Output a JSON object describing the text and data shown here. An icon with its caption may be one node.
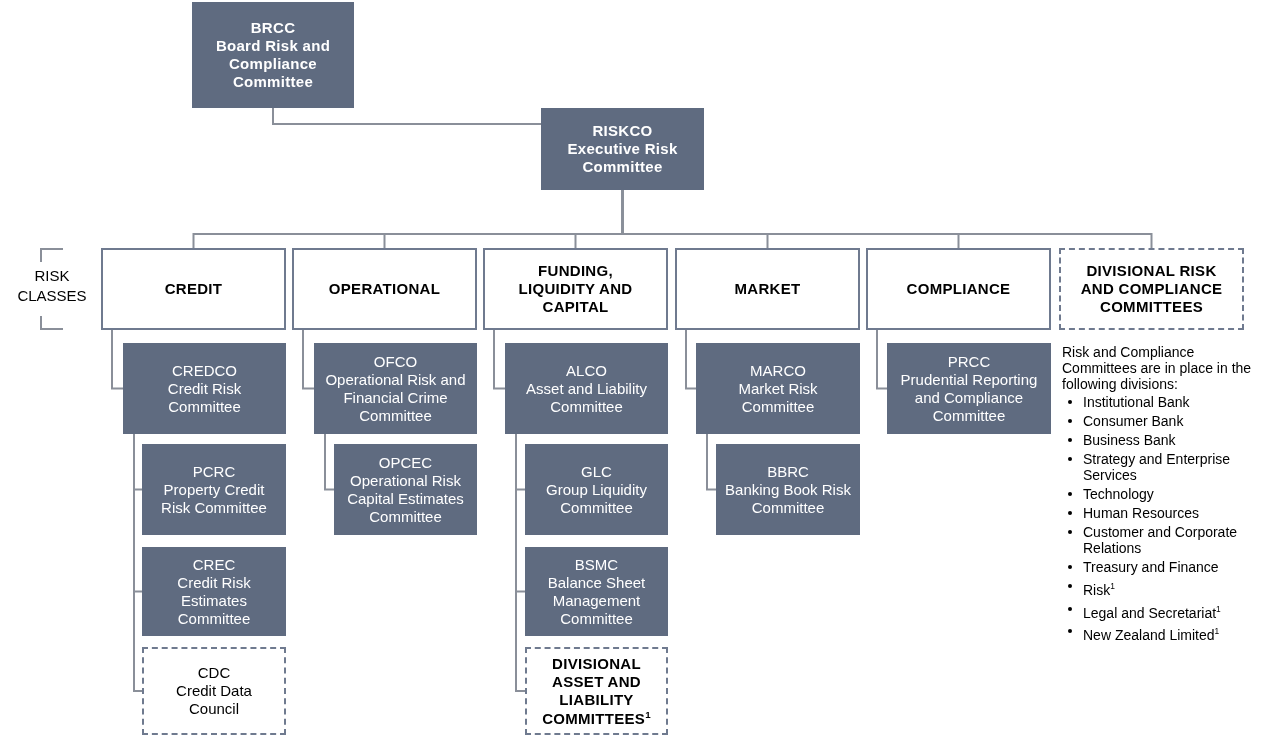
{
  "diagram": {
    "nodes": [
      {
        "text": [
          "BRCC",
          "Board Risk and Compliance Committee"
        ]
      },
      {
        "text": [
          "RISKCO",
          "Executive Risk Committee"
        ]
      },
      {
        "text": [
          "CREDIT"
        ]
      },
      {
        "text": [
          "CREDCO",
          "Credit Risk Committee"
        ]
      },
      {
        "text": [
          "PCRC",
          "Property Credit Risk Committee"
        ]
      },
      {
        "text": [
          "CREC",
          "Credit Risk Estimates Committee"
        ]
      },
      {
        "text": [
          "CDC",
          "Credit Data Council"
        ]
      },
      {
        "text": [
          "OPERATIONAL"
        ]
      },
      {
        "text": [
          "OFCO",
          "Operational Risk and Financial Crime Committee"
        ]
      },
      {
        "text": [
          "OPCEC",
          "Operational Risk Capital Estimates Committee"
        ]
      },
      {
        "text": [
          "FUNDING, LIQUIDITY AND CAPITAL"
        ]
      },
      {
        "text": [
          "ALCO",
          "Asset and Liability Committee"
        ]
      },
      {
        "text": [
          "GLC",
          "Group Liquidity Committee"
        ]
      },
      {
        "text": [
          "BSMC",
          "Balance Sheet Management Committee"
        ]
      },
      {
        "text": [
          "DIVISIONAL ASSET AND LIABILITY COMMITTEES$^{1}$"
        ]
      },
      {
        "text": [
          "MARKET"
        ]
      },
      {
        "text": [
          "MARCO",
          "Market Risk Committee"
        ]
      },
      {
        "text": [
          "BBRC",
          "Banking Book Risk Committee"
        ]
      },
      {
        "text": [
          "COMPLIANCE"
        ]
      },
      {
        "text": [
          "PRCC",
          "Prudential Reporting and Compliance Committee"
        ]
      },
      {
        "text": [
          "DIVISIONAL RISK AND COMPLIANCE COMMITTEES"
        ]
      }
    ],
    "edges": [
      {
        "from": 0,
        "to": 1,
        "arrow": "none"
      },
      {
        "from": 1,
        "to": 2,
        "arrow": "none"
      },
      {
        "from": 1,
        "to": 7,
        "arrow": "none"
      },
      {
        "from": 1,
        "to": 10,
        "arrow": "none"
      },
      {
        "from": 1,
        "to": 15,
        "arrow": "none"
      },
      {
        "from": 1,
        "to": 18,
        "arrow": "none"
      },
      {
        "from": 1,
        "to": 20,
        "arrow": "none"
      },
      {
        "from": 2,
        "to": 3,
        "arrow": "none"
      },
      {
        "from": 3,
        "to": 4,
        "arrow": "none"
      },
      {
        "from": 3,
        "to": 5,
        "arrow": "none"
      },
      {
        "from": 3,
        "to": 6,
        "arrow": "none"
      },
      {
        "from": 7,
        "to": 8,
        "arrow": "none"
      },
      {
        "from": 8,
        "to": 9,
        "arrow": "none"
      },
      {
        "from": 10,
        "to": 11,
        "arrow": "none"
      },
      {
        "from": 11,
        "to": 12,
        "arrow": "none"
      },
      {
        "from": 11,
        "to": 13,
        "arrow": "none"
      },
      {
        "from": 11,
        "to": 14,
        "arrow": "none"
      },
      {
        "from": 15,
        "to": 16,
        "arrow": "none"
      },
      {
        "from": 16,
        "to": 17,
        "arrow": "none"
      },
      {
        "from": 18,
        "to": 19,
        "arrow": "none"
      }
    ],
    "labels": [
      "RISK CLASSES",
      "Risk and Compliance Committees are in place in the following divisions:",
      "Institutional Bank",
      "Consumer Bank",
      "Business Bank",
      "Strategy and Enterprise Services",
      "Technology",
      "Human Resources",
      "Customer and Corporate Relations",
      "Treasury and Finance",
      "Risk$^{1}$",
      "Legal and Secretariat$^{1}$",
      "New Zealand Limited$^{1}$"
    ]
  }
}
